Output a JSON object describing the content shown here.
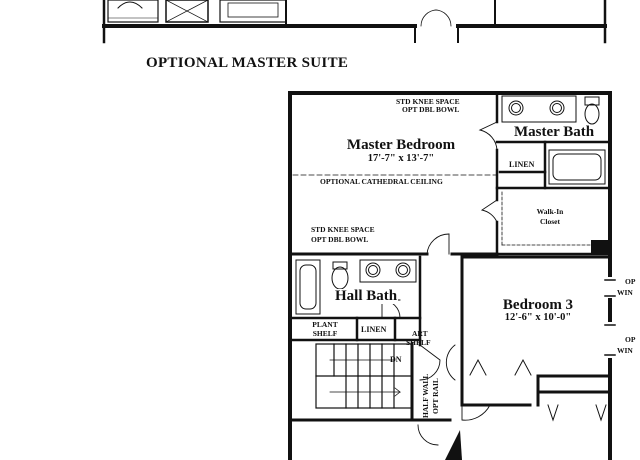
{
  "title": "OPTIONAL MASTER SUITE",
  "rooms": {
    "master_bedroom": {
      "name": "Master Bedroom",
      "dims": "17'-7\" x 13'-7\""
    },
    "master_bath": {
      "name": "Master Bath"
    },
    "hall_bath": {
      "name": "Hall Bath"
    },
    "bedroom3": {
      "name": "Bedroom 3",
      "dims": "12'-6\" x 10'-0\""
    },
    "walk_in_closet": {
      "line1": "Walk-In",
      "line2": "Closet"
    }
  },
  "notes": {
    "std_knee_top_1": "STD KNEE SPACE",
    "std_knee_top_2": "OPT DBL BOWL",
    "std_knee_hall_1": "STD KNEE SPACE",
    "std_knee_hall_2": "OPT DBL BOWL",
    "cathedral": "OPTIONAL CATHEDRAL CEILING",
    "linen_master": "LINEN",
    "linen_hall": "LINEN",
    "plant_shelf_1": "PLANT",
    "plant_shelf_2": "SHELF",
    "art_shelf_1": "ART",
    "art_shelf_2": "SHELF",
    "dn": "DN",
    "half_wall": "HALF WALL",
    "opt_rail": "OPT RAIL",
    "window_1_1": "OP",
    "window_1_2": "WIN",
    "window_2_1": "OP",
    "window_2_2": "WIN"
  },
  "colors": {
    "wall": "#111111",
    "background": "#ffffff"
  }
}
